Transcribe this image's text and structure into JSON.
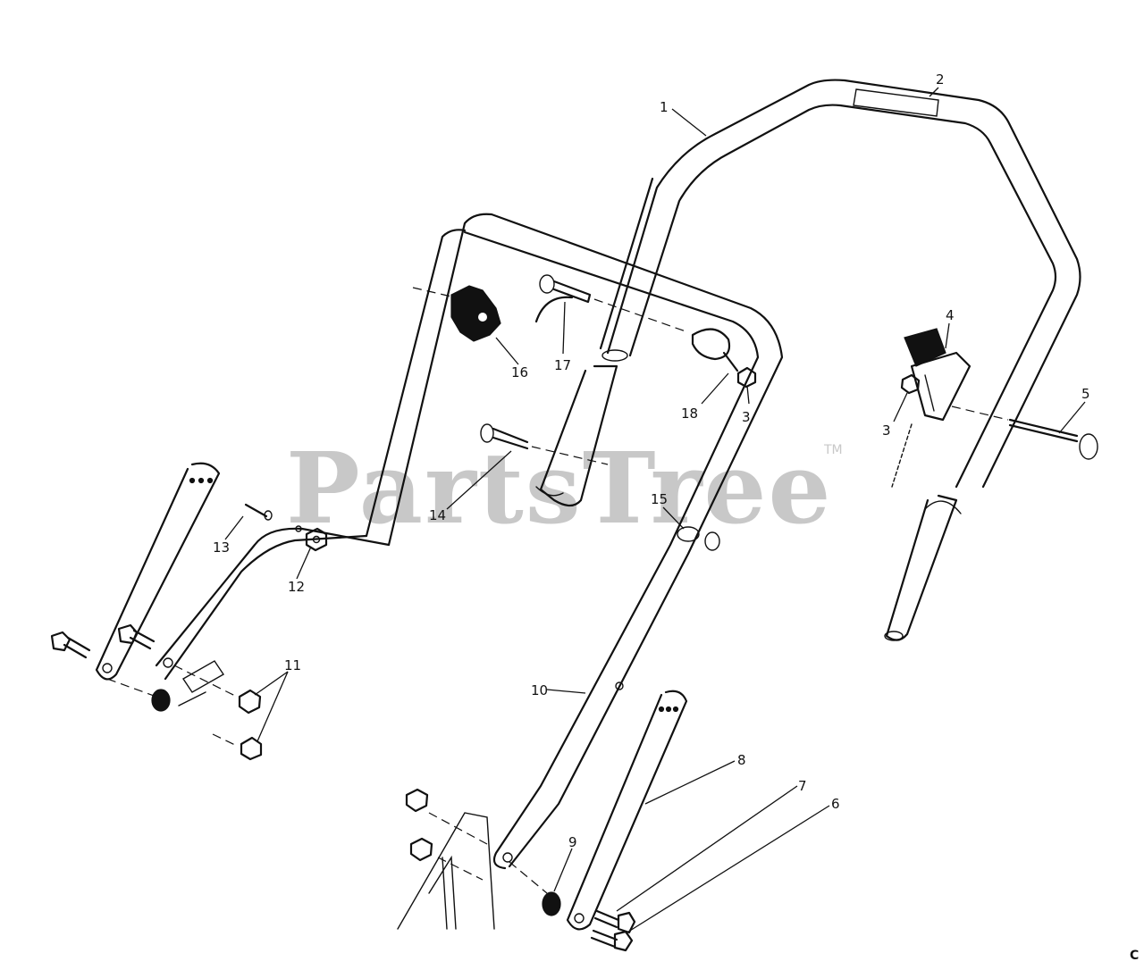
{
  "watermark": {
    "brand": "PartsTree",
    "mark": "TM"
  },
  "corner_label": "C",
  "callouts": [
    "1",
    "2",
    "3",
    "4",
    "5",
    "6",
    "7",
    "8",
    "9",
    "10",
    "11",
    "12",
    "13",
    "14",
    "15",
    "16",
    "17",
    "18",
    "3"
  ]
}
